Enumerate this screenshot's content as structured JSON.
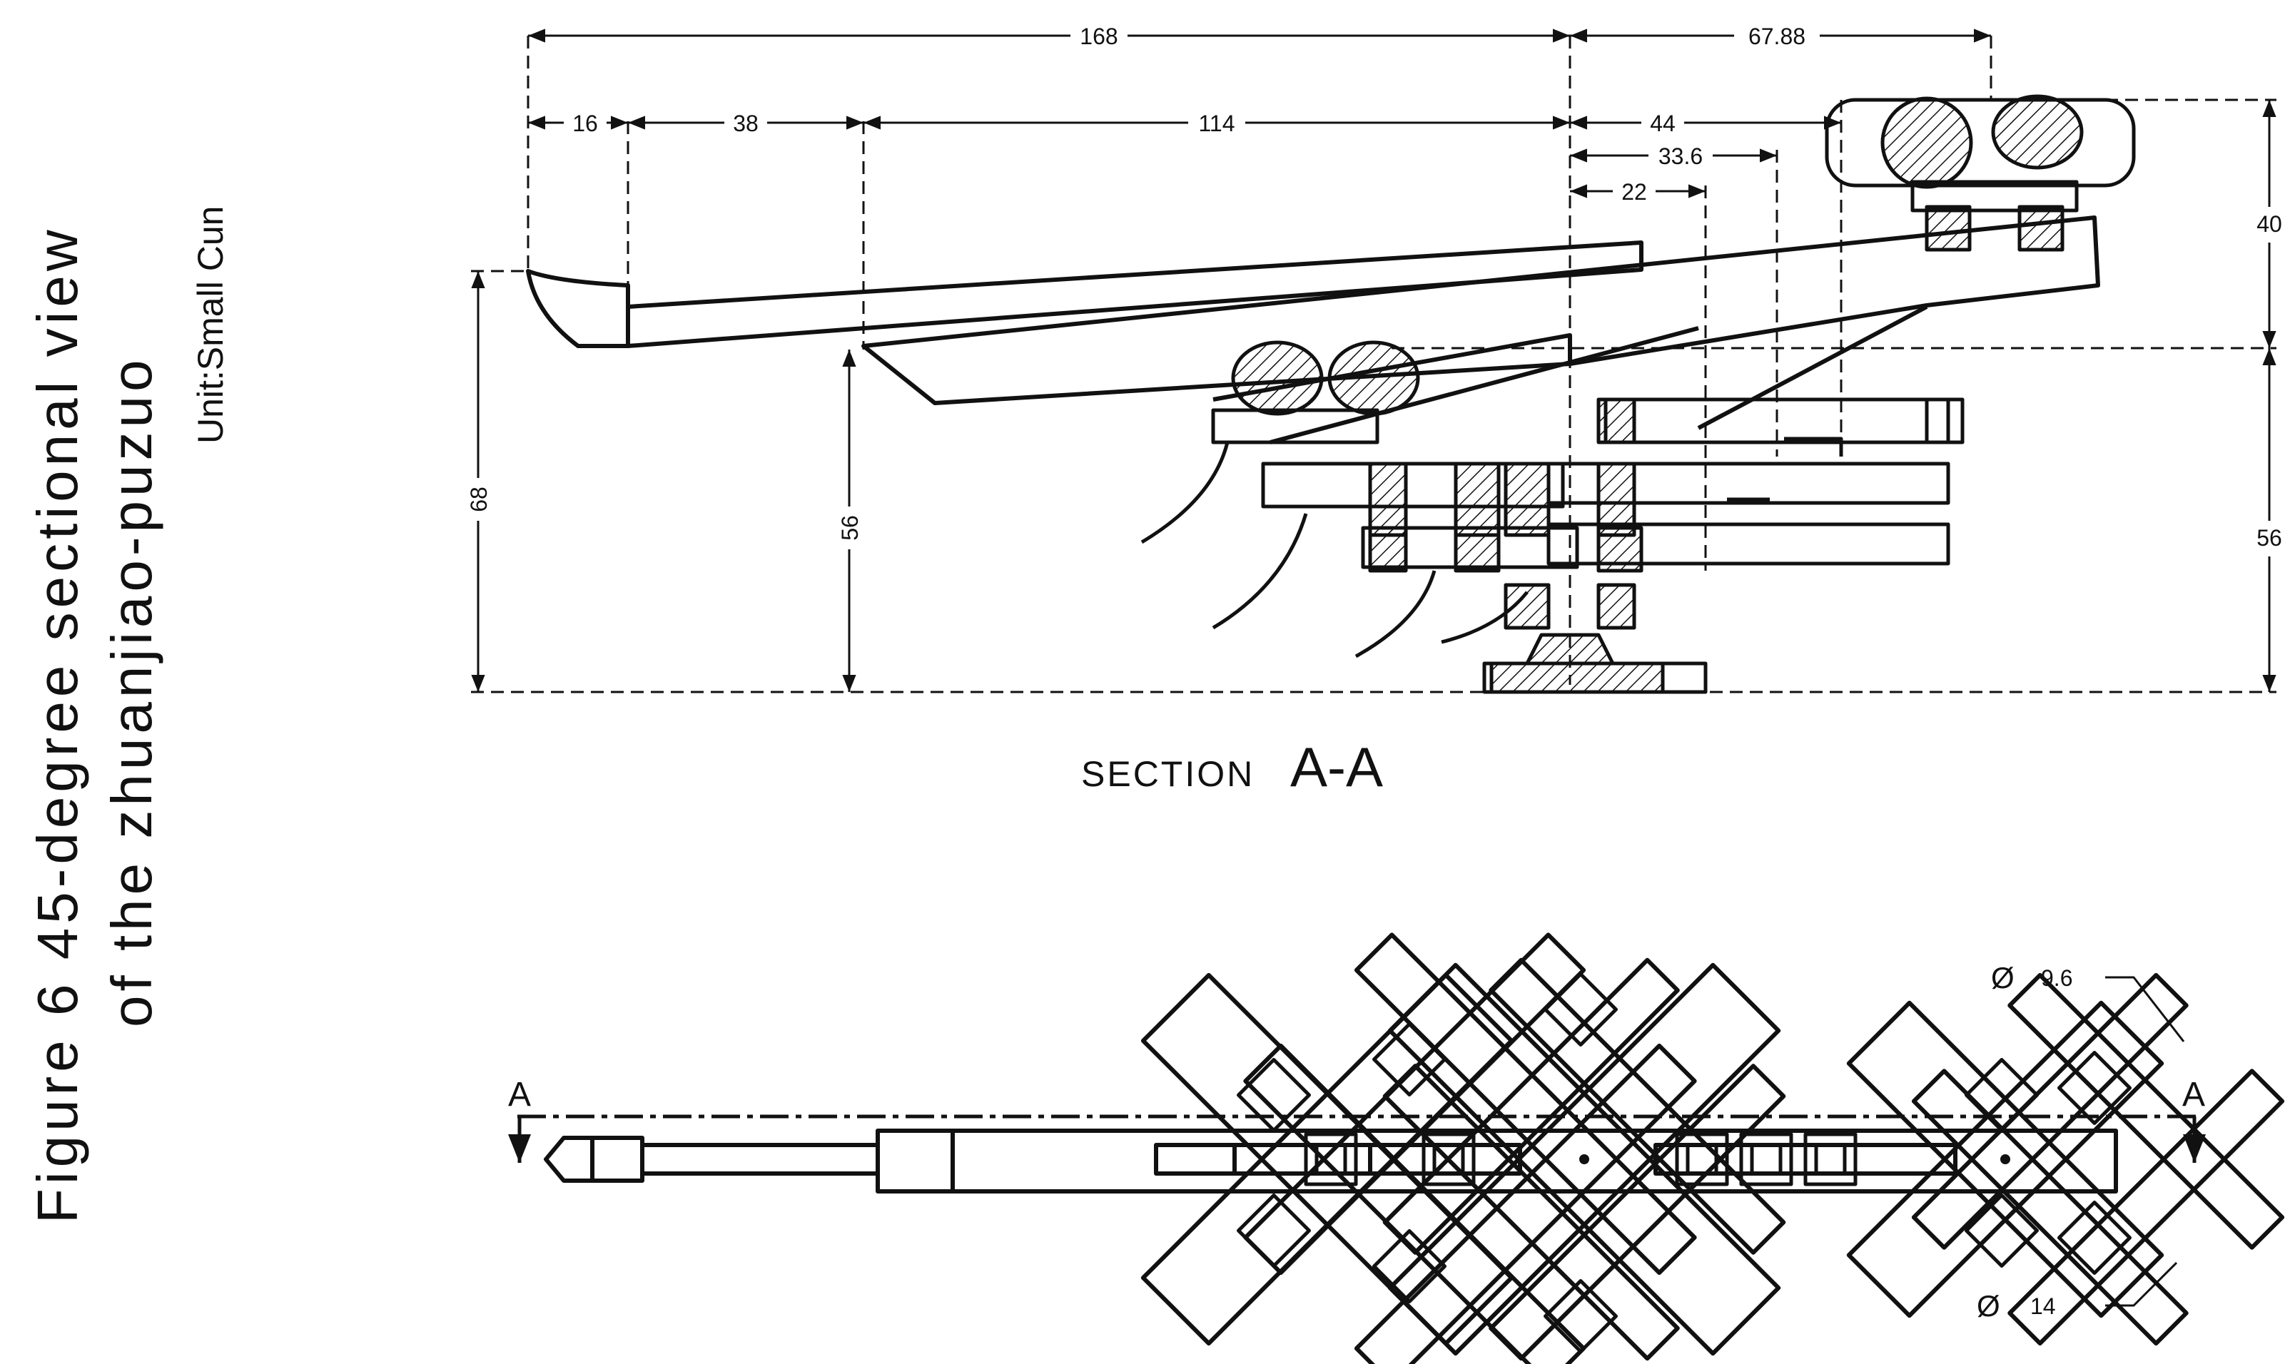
{
  "figure": {
    "title_line1": "Figure 6  45-degree sectional view",
    "title_line2": "of the zhuanjiao-puzuo",
    "unit": "Unit:Small Cun"
  },
  "section": {
    "word": "SECTION",
    "id": "A-A",
    "marker": "A"
  },
  "dimensions": {
    "d168": "168",
    "d67_88": "67.88",
    "d16": "16",
    "d38": "38",
    "d114": "114",
    "d44": "44",
    "d33_6": "33.6",
    "d22": "22",
    "d40": "40",
    "d56_right": "56",
    "d68": "68",
    "d56_mid": "56"
  },
  "diameters": {
    "symbol": "Ø",
    "upper": "9.6",
    "lower": "14"
  },
  "colors": {
    "line": "#111111",
    "background": "#ffffff"
  }
}
